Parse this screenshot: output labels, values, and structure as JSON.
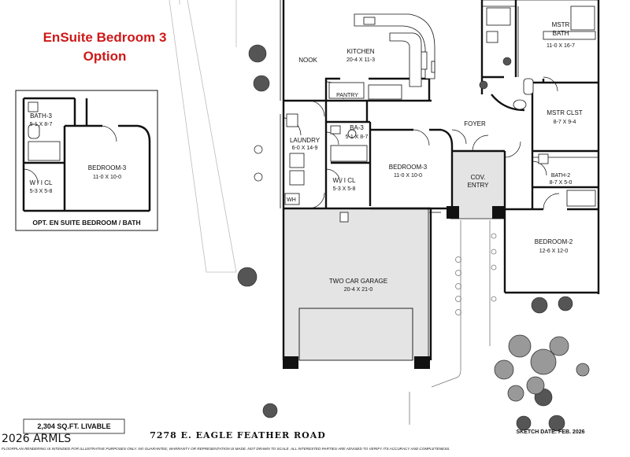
{
  "option_title": {
    "line1": "EnSuite Bedroom 3",
    "line2": "Option",
    "color": "#d01818"
  },
  "inset": {
    "caption": "OPT. EN SUITE BEDROOM / BATH",
    "rooms": [
      {
        "name": "BATH-3",
        "dims": "5-1 X 8-7"
      },
      {
        "name": "BEDROOM-3",
        "dims": "11-0 X 10-0"
      },
      {
        "name": "W / I CL",
        "dims": "5-3 X 5-8"
      }
    ]
  },
  "rooms": {
    "nook": {
      "name": "NOOK"
    },
    "kitchen": {
      "name": "KITCHEN",
      "dims": "20-4 X 11-3"
    },
    "pantry": {
      "name": "PANTRY"
    },
    "laundry": {
      "name": "LAUNDRY",
      "dims": "6-0 X 14-9"
    },
    "ba3": {
      "name": "BA-3",
      "dims": "5-1 X 8-7"
    },
    "wicl": {
      "name": "W / I CL",
      "dims": "5-3 X 5-8"
    },
    "wh": {
      "name": "WH"
    },
    "bedroom3": {
      "name": "BEDROOM-3",
      "dims": "11-0 X 10-0"
    },
    "foyer": {
      "name": "FOYER"
    },
    "cov_entry": {
      "name1": "COV.",
      "name2": "ENTRY"
    },
    "mstr_bath": {
      "name1": "MSTR",
      "name2": "BATH",
      "dims": "11-0 X 16-7"
    },
    "mstr_clst": {
      "name": "MSTR CLST",
      "dims": "8-7 X 9-4"
    },
    "bath2": {
      "name": "BATH-2",
      "dims": "8-7 X 5-0"
    },
    "bedroom2": {
      "name": "BEDROOM-2",
      "dims": "12-6 X 12-0"
    },
    "garage": {
      "name": "TWO CAR GARAGE",
      "dims": "20-4 X 21-0"
    }
  },
  "footer": {
    "livable": "2,304 SQ.FT. LIVABLE",
    "copyright": "2026 ARMLS",
    "address": "7278 E. EAGLE FEATHER ROAD",
    "sketch_date": "SKETCH DATE:  FEB.  2026",
    "disclaimer": "FLOORPLAN RENDERING IS INTENDED FOR ILLUSTRATIVE PURPOSES ONLY.  NO GUARANTEE, WARRANTY OR REPRESENTATION IS MADE.  NOT DRAWN TO SCALE.  ALL INTERESTED PARTIES ARE ADVISED TO VERIFY ITS ACCURACY AND COMPLETENESS."
  },
  "colors": {
    "garage_fill": "#e4e4e4",
    "entry_fill": "#e4e4e4",
    "wall": "#111111"
  }
}
